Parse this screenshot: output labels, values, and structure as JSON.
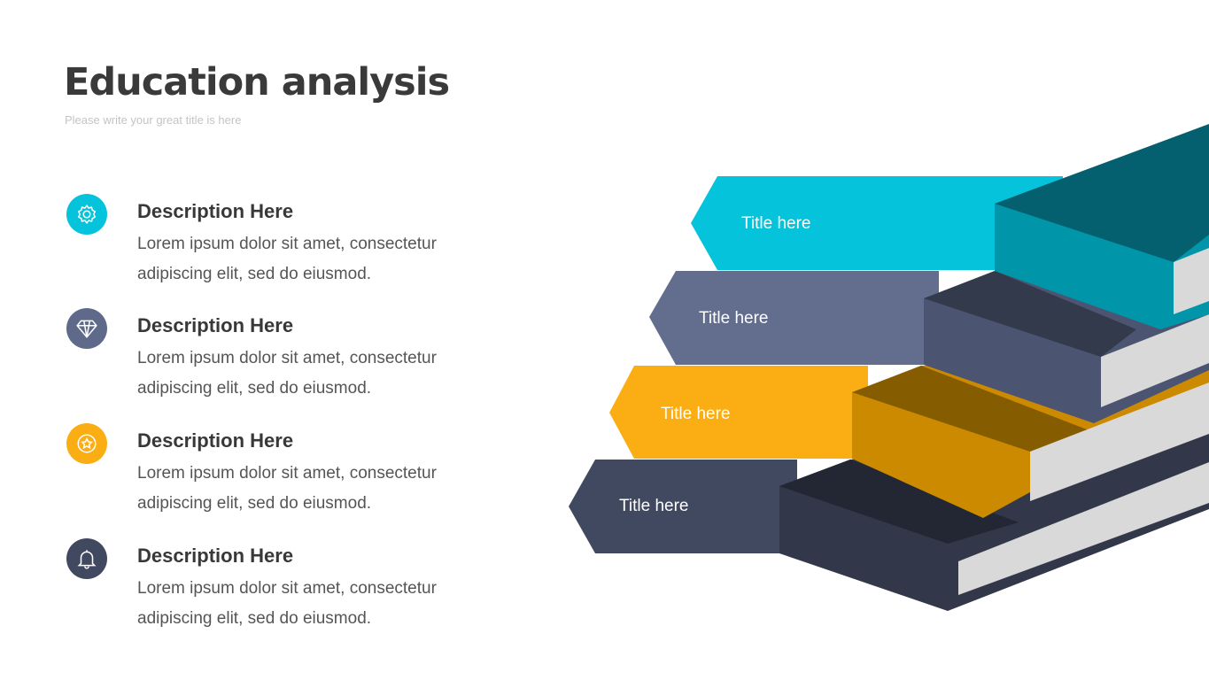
{
  "header": {
    "title": "Education analysis",
    "subtitle": "Please write your great title is here"
  },
  "items": [
    {
      "icon": "gear-icon",
      "color": "#06c3dc",
      "heading": "Description Here",
      "text": "Lorem ipsum dolor sit amet, consectetur adipiscing elit, sed do eiusmod."
    },
    {
      "icon": "diamond-icon",
      "color": "#5f6a8a",
      "heading": "Description Here",
      "text": "Lorem ipsum dolor sit amet, consectetur adipiscing elit, sed do eiusmod."
    },
    {
      "icon": "star-badge-icon",
      "color": "#fbad14",
      "heading": "Description Here",
      "text": "Lorem ipsum dolor sit amet, consectetur adipiscing elit, sed do eiusmod."
    },
    {
      "icon": "bell-icon",
      "color": "#414960",
      "heading": "Description Here",
      "text": "Lorem ipsum dolor sit amet, consectetur adipiscing elit, sed do eiusmod."
    }
  ],
  "books": [
    {
      "label": "Title here"
    },
    {
      "label": "Title here"
    },
    {
      "label": "Title here"
    },
    {
      "label": "Title here"
    }
  ]
}
